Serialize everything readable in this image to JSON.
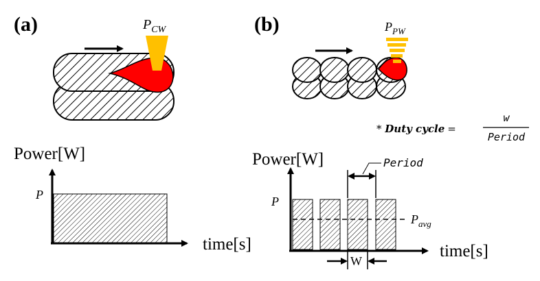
{
  "panels": {
    "a": {
      "label": "(a)",
      "power_symbol": "P",
      "power_sub": "CW"
    },
    "b": {
      "label": "(b)",
      "power_symbol": "P",
      "power_sub": "PW"
    }
  },
  "formula": {
    "prefix": "* ",
    "lhs": "Duty cycle",
    "equals": "=",
    "numerator": "w",
    "denominator": "Period"
  },
  "graph_a": {
    "ylabel": "Power[W]",
    "xlabel": "time[s]",
    "level_label": "P"
  },
  "graph_b": {
    "ylabel": "Power[W]",
    "xlabel": "time[s]",
    "level_label": "P",
    "avg_label_main": "P",
    "avg_label_sub": "avg",
    "period_label": "Period",
    "width_label": "W"
  },
  "colors": {
    "melt_pool": "#ff0000",
    "laser_beam": "#ffc000",
    "line": "#000000"
  }
}
